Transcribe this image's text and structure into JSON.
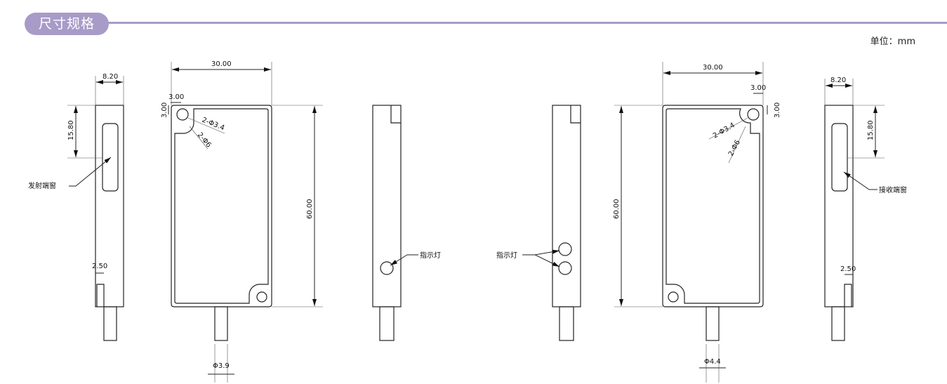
{
  "header": {
    "title": "尺寸规格",
    "unit": "单位：mm"
  },
  "left_assembly": {
    "width_side": "8.20",
    "window_offset": "15.80",
    "emitter_window": "发射端窗",
    "notch": "2.50",
    "width_front": "30.00",
    "hole_offset_x": "3.00",
    "hole_offset_y": "3.00",
    "hole_dia": "2-Φ3.4",
    "corner_dia": "2-Φ6",
    "height": "60.00",
    "cable_dia": "Φ3.9",
    "indicator": "指示灯"
  },
  "right_assembly": {
    "indicator": "指示灯",
    "width_front": "30.00",
    "hole_offset_x": "3.00",
    "hole_offset_y": "3.00",
    "hole_dia": "2-Φ3.4",
    "corner_dia": "2-Φ6",
    "height": "60.00",
    "cable_dia": "Φ4.4",
    "width_side": "8.20",
    "window_offset": "15.80",
    "receiver_window": "接收端窗",
    "notch": "2.50"
  }
}
